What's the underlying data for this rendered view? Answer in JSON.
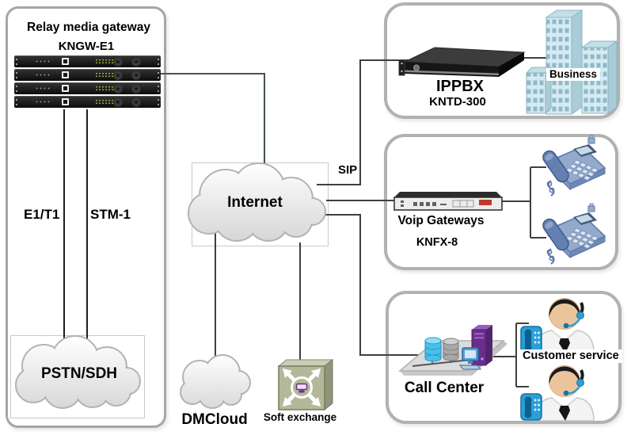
{
  "diagram": {
    "left_panel": {
      "title": "Relay media gateway",
      "model": "KNGW-E1",
      "link_e1t1": "E1/T1",
      "link_stm1": "STM-1",
      "pstn_label": "PSTN/SDH"
    },
    "center": {
      "internet_label": "Internet",
      "sip_label": "SIP",
      "dmcloud_label": "DMCloud",
      "soft_exchange_label": "Soft exchange"
    },
    "ippbx_panel": {
      "title": "IPPBX",
      "model": "KNTD-300",
      "business_label": "Business"
    },
    "voip_panel": {
      "title": "Voip Gateways",
      "model": "KNFX-8"
    },
    "callcenter_panel": {
      "title": "Call Center",
      "customer_label": "Customer service"
    },
    "colors": {
      "panel_border": "#b1b1b1",
      "connector_line": "#3f3f3f",
      "cloud_border": "#b3b3b3",
      "cloud_fill_top": "#fdfdfd",
      "cloud_fill_bottom": "#d5d5d5",
      "building_cyan": "#cfe7ee",
      "phone_blue": "#93aacd",
      "agent_phone_blue": "#2a9fd8",
      "server_black": "#151515",
      "tower_purple": "#6a2d8c",
      "db_cyan": "#49c0ea",
      "softbox_olive": "#b3b899",
      "gateway_logo_red": "#c0392b"
    }
  }
}
